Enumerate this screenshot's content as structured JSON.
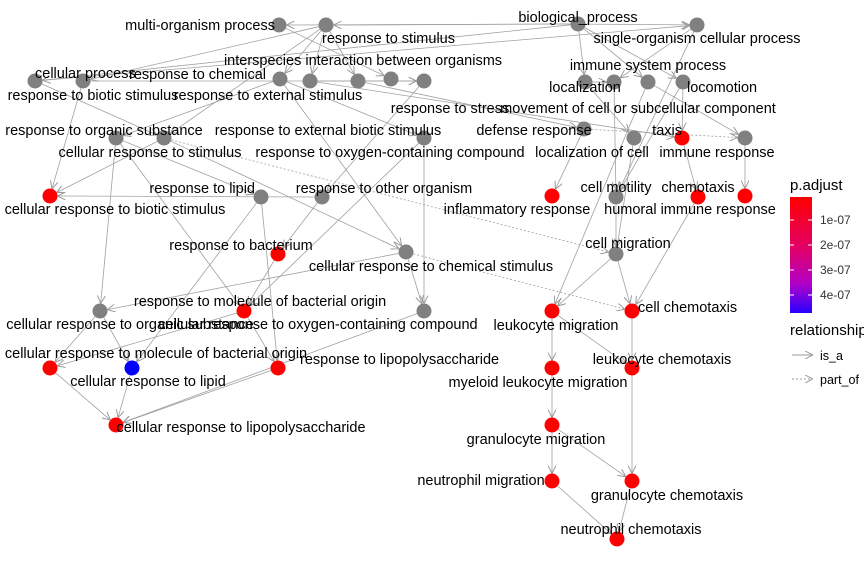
{
  "colors": {
    "gray_node": "#808080",
    "edge": "#a0a0a0",
    "high": "#ff0000",
    "low": "#0000ff"
  },
  "legend": {
    "color_title": "p.adjust",
    "color_ticks": [
      "1e-07",
      "2e-07",
      "3e-07",
      "4e-07"
    ],
    "relationship_title": "relationship",
    "relationship_items": [
      "is_a",
      "part_of"
    ]
  },
  "nodes": [
    {
      "id": "n1",
      "label": "multi-organism process",
      "status": "gray"
    },
    {
      "id": "n2",
      "label": "response to stimulus",
      "status": "gray"
    },
    {
      "id": "n3",
      "label": "biological_process",
      "status": "gray"
    },
    {
      "id": "n4",
      "label": "single-organism cellular process",
      "status": "gray"
    },
    {
      "id": "n5",
      "label": "interspecies interaction between organisms",
      "status": "gray"
    },
    {
      "id": "n6",
      "label": "cellular process",
      "status": "gray"
    },
    {
      "id": "n7",
      "label": "response to chemical",
      "status": "gray"
    },
    {
      "id": "n8",
      "label": "immune system process",
      "status": "gray"
    },
    {
      "id": "n9",
      "label": "localization",
      "status": "gray"
    },
    {
      "id": "n10",
      "label": "locomotion",
      "status": "gray"
    },
    {
      "id": "n11",
      "label": "response to biotic stimulus",
      "status": "gray"
    },
    {
      "id": "n12",
      "label": "response to external stimulus",
      "status": "gray"
    },
    {
      "id": "n13",
      "label": "response to stress",
      "status": "gray"
    },
    {
      "id": "n14",
      "label": "movement of cell or subcellular component",
      "status": "gray"
    },
    {
      "id": "n15",
      "label": "response to organic substance",
      "status": "gray"
    },
    {
      "id": "n16",
      "label": "response to external biotic stimulus",
      "status": "gray"
    },
    {
      "id": "n17",
      "label": "defense response",
      "status": "gray"
    },
    {
      "id": "n18",
      "label": "taxis",
      "status": "red"
    },
    {
      "id": "n19",
      "label": "cellular response to stimulus",
      "status": "gray"
    },
    {
      "id": "n20",
      "label": "response to oxygen-containing compound",
      "status": "gray"
    },
    {
      "id": "n21",
      "label": "localization of cell",
      "status": "gray"
    },
    {
      "id": "n22",
      "label": "immune response",
      "status": "gray"
    },
    {
      "id": "n23",
      "label": "response to lipid",
      "status": "gray"
    },
    {
      "id": "n24",
      "label": "response to other organism",
      "status": "gray"
    },
    {
      "id": "n25",
      "label": "cell motility",
      "status": "gray"
    },
    {
      "id": "n26",
      "label": "chemotaxis",
      "status": "red"
    },
    {
      "id": "n27",
      "label": "cellular response to biotic stimulus",
      "status": "red"
    },
    {
      "id": "n28",
      "label": "inflammatory response",
      "status": "red"
    },
    {
      "id": "n29",
      "label": "humoral immune response",
      "status": "red"
    },
    {
      "id": "n30",
      "label": "response to bacterium",
      "status": "red"
    },
    {
      "id": "n31",
      "label": "cell migration",
      "status": "gray"
    },
    {
      "id": "n32",
      "label": "cellular response to chemical stimulus",
      "status": "gray"
    },
    {
      "id": "n33",
      "label": "response to molecule of bacterial origin",
      "status": "red"
    },
    {
      "id": "n34",
      "label": "cell chemotaxis",
      "status": "red"
    },
    {
      "id": "n35",
      "label": "cellular response to organic substance",
      "status": "gray"
    },
    {
      "id": "n36",
      "label": "cellular response to oxygen-containing compound",
      "status": "gray"
    },
    {
      "id": "n37",
      "label": "leukocyte migration",
      "status": "red"
    },
    {
      "id": "n38",
      "label": "cellular response to molecule of bacterial origin",
      "status": "red"
    },
    {
      "id": "n39",
      "label": "response to lipopolysaccharide",
      "status": "red"
    },
    {
      "id": "n40",
      "label": "leukocyte chemotaxis",
      "status": "red"
    },
    {
      "id": "n41",
      "label": "cellular response to lipid",
      "status": "blue"
    },
    {
      "id": "n42",
      "label": "myeloid leukocyte migration",
      "status": "red"
    },
    {
      "id": "n43",
      "label": "cellular response to lipopolysaccharide",
      "status": "red"
    },
    {
      "id": "n44",
      "label": "granulocyte migration",
      "status": "red"
    },
    {
      "id": "n45",
      "label": "neutrophil migration",
      "status": "red"
    },
    {
      "id": "n46",
      "label": "granulocyte chemotaxis",
      "status": "red"
    },
    {
      "id": "n47",
      "label": "neutrophil chemotaxis",
      "status": "red"
    }
  ],
  "edges": [
    [
      "n1",
      "n5",
      "is_a"
    ],
    [
      "n2",
      "n12",
      "is_a"
    ],
    [
      "n2",
      "n11",
      "is_a"
    ],
    [
      "n2",
      "n7",
      "is_a"
    ],
    [
      "n2",
      "n13",
      "is_a"
    ],
    [
      "n2",
      "n19",
      "is_a"
    ],
    [
      "n3",
      "n4",
      "is_a"
    ],
    [
      "n3",
      "n6",
      "is_a"
    ],
    [
      "n3",
      "n2",
      "is_a"
    ],
    [
      "n3",
      "n9",
      "is_a"
    ],
    [
      "n3",
      "n10",
      "is_a"
    ],
    [
      "n3",
      "n8",
      "is_a"
    ],
    [
      "n3",
      "n1",
      "is_a"
    ],
    [
      "n4",
      "n14",
      "is_a"
    ],
    [
      "n4",
      "n25",
      "is_a"
    ],
    [
      "n6",
      "n19",
      "is_a"
    ],
    [
      "n6",
      "n4",
      "is_a"
    ],
    [
      "n7",
      "n15",
      "is_a"
    ],
    [
      "n7",
      "n20",
      "is_a"
    ],
    [
      "n7",
      "n32",
      "is_a"
    ],
    [
      "n8",
      "n22",
      "is_a"
    ],
    [
      "n8",
      "n37",
      "is_a"
    ],
    [
      "n9",
      "n14",
      "is_a"
    ],
    [
      "n9",
      "n21",
      "is_a"
    ],
    [
      "n10",
      "n18",
      "is_a"
    ],
    [
      "n10",
      "n25",
      "is_a"
    ],
    [
      "n11",
      "n16",
      "is_a"
    ],
    [
      "n11",
      "n27",
      "is_a"
    ],
    [
      "n12",
      "n16",
      "is_a"
    ],
    [
      "n12",
      "n18",
      "is_a"
    ],
    [
      "n13",
      "n17",
      "is_a"
    ],
    [
      "n14",
      "n25",
      "is_a"
    ],
    [
      "n15",
      "n23",
      "is_a"
    ],
    [
      "n15",
      "n35",
      "is_a"
    ],
    [
      "n15",
      "n33",
      "is_a"
    ],
    [
      "n16",
      "n24",
      "is_a"
    ],
    [
      "n17",
      "n28",
      "is_a"
    ],
    [
      "n17",
      "n22",
      "part_of"
    ],
    [
      "n18",
      "n26",
      "is_a"
    ],
    [
      "n19",
      "n27",
      "is_a"
    ],
    [
      "n19",
      "n32",
      "is_a"
    ],
    [
      "n19",
      "n31",
      "part_of"
    ],
    [
      "n20",
      "n36",
      "is_a"
    ],
    [
      "n20",
      "n33",
      "is_a"
    ],
    [
      "n21",
      "n31",
      "is_a"
    ],
    [
      "n22",
      "n29",
      "is_a"
    ],
    [
      "n23",
      "n39",
      "is_a"
    ],
    [
      "n23",
      "n41",
      "is_a"
    ],
    [
      "n24",
      "n30",
      "is_a"
    ],
    [
      "n24",
      "n27",
      "is_a"
    ],
    [
      "n25",
      "n31",
      "is_a"
    ],
    [
      "n26",
      "n34",
      "is_a"
    ],
    [
      "n30",
      "n33",
      "is_a"
    ],
    [
      "n31",
      "n34",
      "is_a"
    ],
    [
      "n31",
      "n37",
      "is_a"
    ],
    [
      "n32",
      "n35",
      "is_a"
    ],
    [
      "n32",
      "n36",
      "is_a"
    ],
    [
      "n32",
      "n34",
      "part_of"
    ],
    [
      "n33",
      "n38",
      "is_a"
    ],
    [
      "n33",
      "n39",
      "is_a"
    ],
    [
      "n34",
      "n40",
      "is_a"
    ],
    [
      "n35",
      "n38",
      "is_a"
    ],
    [
      "n35",
      "n41",
      "is_a"
    ],
    [
      "n36",
      "n43",
      "is_a"
    ],
    [
      "n37",
      "n42",
      "is_a"
    ],
    [
      "n37",
      "n40",
      "is_a"
    ],
    [
      "n38",
      "n43",
      "is_a"
    ],
    [
      "n39",
      "n43",
      "is_a"
    ],
    [
      "n41",
      "n43",
      "is_a"
    ],
    [
      "n42",
      "n44",
      "is_a"
    ],
    [
      "n40",
      "n46",
      "is_a"
    ],
    [
      "n44",
      "n45",
      "is_a"
    ],
    [
      "n44",
      "n46",
      "is_a"
    ],
    [
      "n45",
      "n47",
      "is_a"
    ],
    [
      "n46",
      "n47",
      "is_a"
    ]
  ]
}
